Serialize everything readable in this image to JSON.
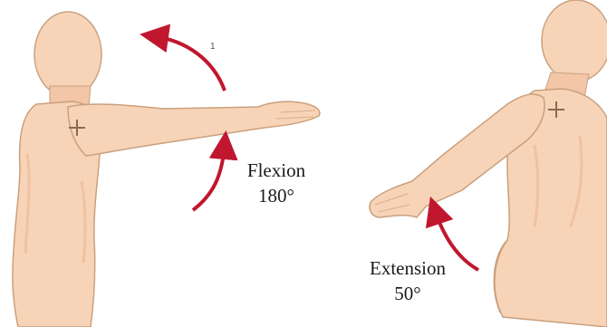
{
  "figure": {
    "flexion": {
      "label": "Flexion",
      "angle": "180°"
    },
    "extension": {
      "label": "Extension",
      "angle": "50°"
    },
    "step_marker": "1",
    "colors": {
      "skin": "#f7d4b7",
      "skin_shade": "#e9b592",
      "outline": "#caa07e",
      "arrow": "#c0172f",
      "text": "#1a1a1a"
    }
  }
}
